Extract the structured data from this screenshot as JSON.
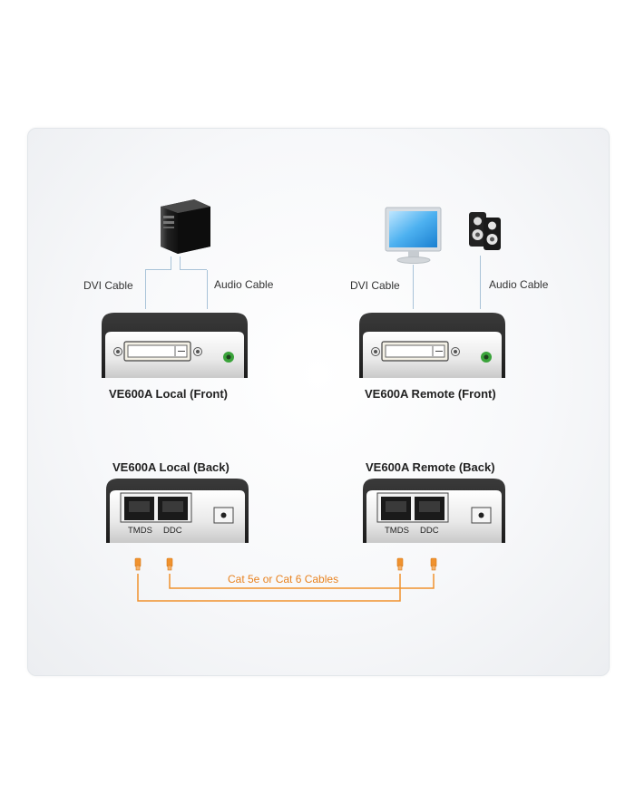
{
  "local_front": {
    "dvi_label": "DVI Cable",
    "audio_label": "Audio Cable",
    "title": "VE600A Local (Front)"
  },
  "remote_front": {
    "dvi_label": "DVI Cable",
    "audio_label": "Audio Cable",
    "title": "VE600A Remote (Front)"
  },
  "local_back": {
    "title": "VE600A Local (Back)",
    "port1": "TMDS",
    "port2": "DDC"
  },
  "remote_back": {
    "title": "VE600A Remote (Back)",
    "port1": "TMDS",
    "port2": "DDC"
  },
  "cable_label": "Cat 5e or Cat 6 Cables",
  "icons": {
    "computer": "computer-tower-icon",
    "monitor": "monitor-icon",
    "speakers": "speakers-icon"
  },
  "colors": {
    "cable": "#f0922e",
    "connector_line": "#a9c3d8",
    "device_body": "#2b2b2b",
    "audio_port": "#3aa33a"
  }
}
